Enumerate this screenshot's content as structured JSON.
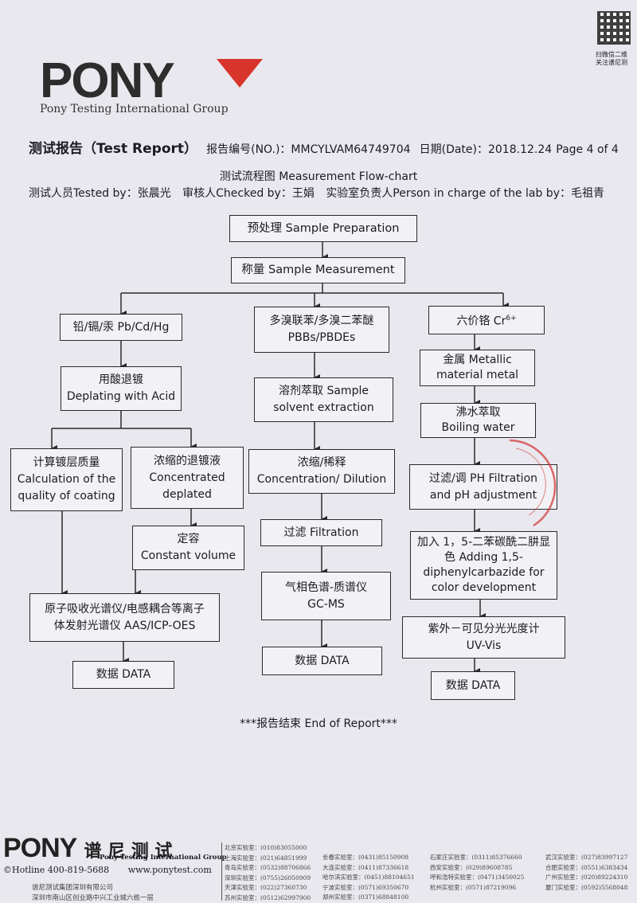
{
  "logo": {
    "brand": "PONY",
    "subtitle": "Pony Testing International Group"
  },
  "qr_caption": [
    "扫微信二维",
    "关注谱尼测"
  ],
  "header": {
    "title": "测试报告（Test Report）",
    "report_no": "报告编号(NO.)：MMCYLVAM64749704",
    "date": "日期(Date)：2018.12.24",
    "page": "Page 4 of 4"
  },
  "flow_title": "测试流程图 Measurement Flow-chart",
  "personnel": {
    "tested": "测试人员Tested by：张晨光",
    "checked": "审核人Checked by：王娟",
    "charge": "实验室负责人Person in charge of the lab by：毛祖青"
  },
  "boxes": {
    "prep": "预处理 Sample Preparation",
    "measure": "称量 Sample Measurement",
    "b1": "铅/镉/汞 Pb/Cd/Hg",
    "b1a": [
      "用酸退镀",
      "Deplating with  Acid"
    ],
    "b1b": [
      "计算镀层质量",
      "Calculation of the",
      "quality of coating"
    ],
    "b1c": [
      "浓缩的退镀液",
      "Concentrated",
      "deplated"
    ],
    "b1d": [
      "定容",
      "Constant volume"
    ],
    "b1e": [
      "原子吸收光谱仪/电感耦合等离子",
      "体发射光谱仪 AAS/ICP-OES"
    ],
    "b1f": "数据 DATA",
    "b2": [
      "多溴联苯/多溴二苯醚",
      "PBBs/PBDEs"
    ],
    "b2a": [
      "溶剂萃取 Sample",
      "solvent extraction"
    ],
    "b2b": [
      "浓缩/稀释",
      "Concentration/ Dilution"
    ],
    "b2c": "过滤 Filtration",
    "b2d": [
      "气相色谱-质谱仪",
      "GC-MS"
    ],
    "b2e": "数据 DATA",
    "b3": "六价铬 Cr",
    "b3_sup": "6+",
    "b3a": [
      "金属 Metallic",
      "material metal"
    ],
    "b3b": [
      "沸水萃取",
      "Boiling water"
    ],
    "b3c": [
      "过滤/调 PH Filtration",
      "and pH adjustment"
    ],
    "b3d": [
      "加入 1，5-二苯碳酰二肼显",
      "色 Adding 1,5-",
      "diphenylcarbazide for",
      "color development"
    ],
    "b3e": [
      "紫外－可见分光光度计",
      "UV-Vis"
    ],
    "b3f": "数据 DATA"
  },
  "end": "***报告结束 End of Report***",
  "footer": {
    "brand": "PONY",
    "cn": "谱 尼 测 试",
    "group": "Pony Testing International Group",
    "hotline": "Hotline 400-819-5688",
    "web": "www.ponytest.com",
    "company": "谱尼测试集团深圳有限公司",
    "address": "深圳市南山区创业路中兴工业城六栋一层",
    "col1": [
      "北京实验室：(010)83055000",
      "上海实验室：(021)64851999",
      "青岛实验室：(0532)88706866",
      "深圳实验室：(0755)26050909",
      "天津实验室：(022)27360730",
      "苏州实验室：(0512)62997900"
    ],
    "col2": [
      "长春实验室：(0431)85150908",
      "大连实验室：(0411)87336618",
      "哈尔滨实验室：(0451)88104651",
      "宁波实验室：(0571)69350670",
      "郑州实验室：(0371)68848100"
    ],
    "col3": [
      "石家庄实验室：(0311)85376660",
      "西安实验室：(029)89608785",
      "呼和浩特实验室：(0471)3450025",
      "杭州实验室：(0571)87219096"
    ],
    "col4": [
      "武汉实验室：(027)83997127",
      "合肥实验室：(0551)6383434",
      "广州实验室：(020)89224310",
      "厦门实验室：(0592)5568048"
    ]
  },
  "colors": {
    "line": "#2a2a2a",
    "stamp": "#d23a3a",
    "logo_red": "#d7352b"
  }
}
